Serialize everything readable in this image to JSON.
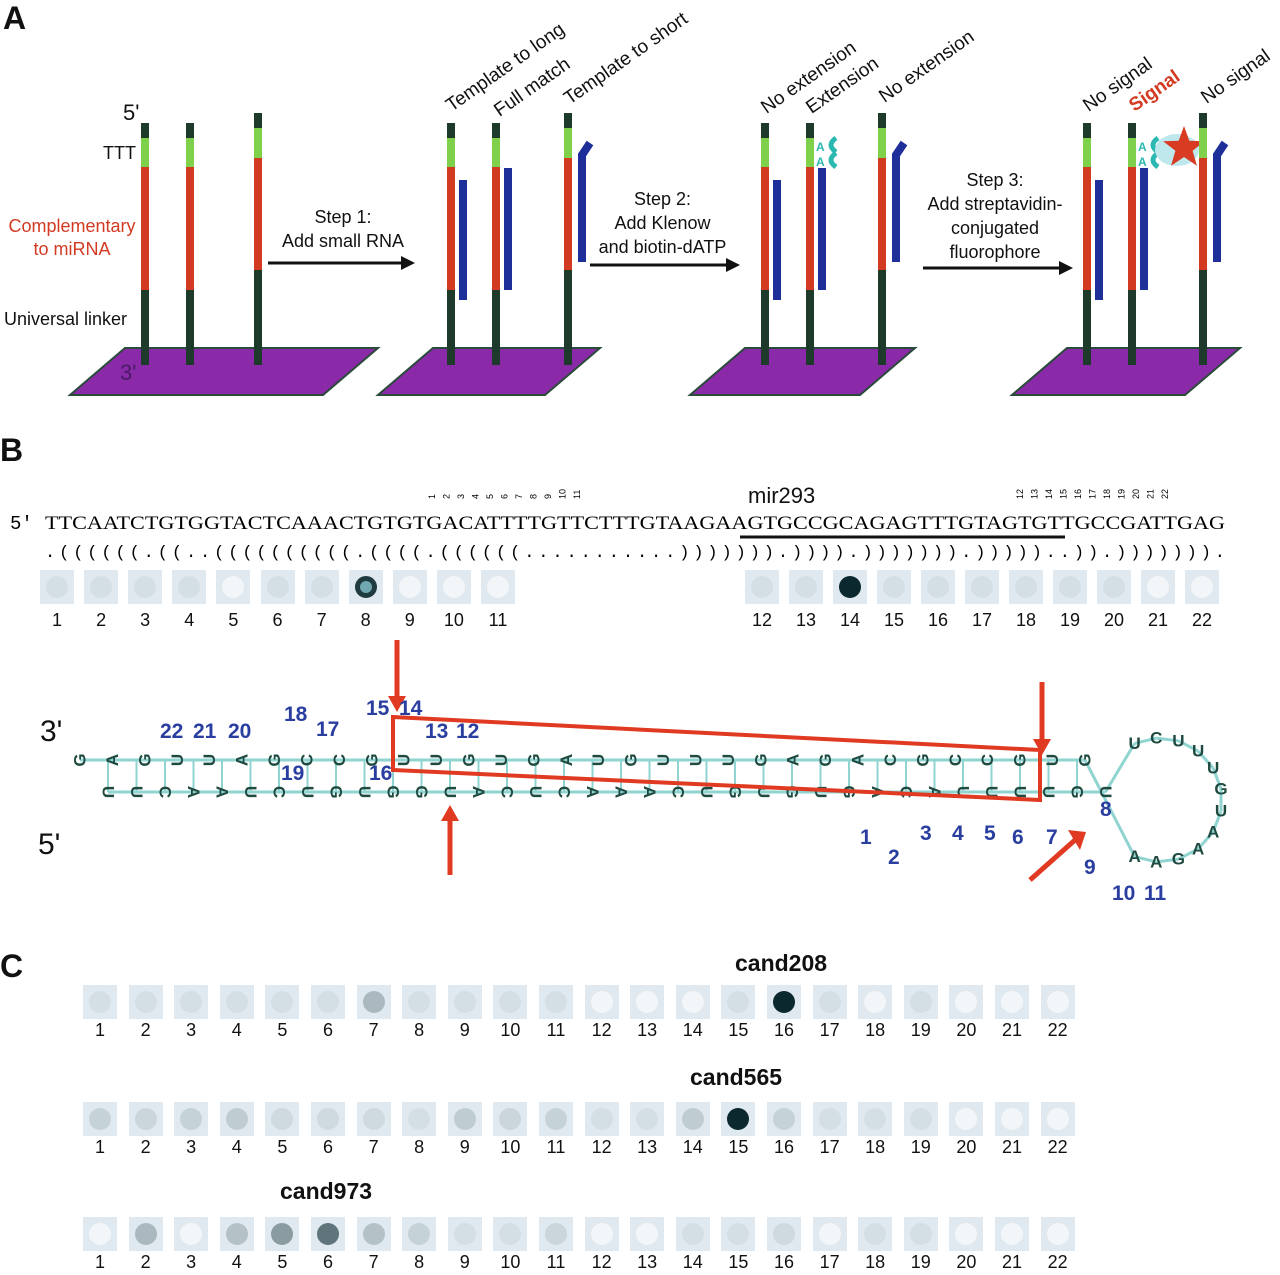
{
  "panel_a": {
    "label": "A",
    "five_prime": "5'",
    "three_prime": "3'",
    "ttt": "TTT",
    "complementary": "Complementary\nto miRNA",
    "complementary_l1": "Complementary",
    "complementary_l2": "to miRNA",
    "linker": "Universal linker",
    "step1": [
      "Step 1:",
      "Add small RNA"
    ],
    "step2": [
      "Step 2:",
      "Add Klenow",
      "and biotin-dATP"
    ],
    "step3": [
      "Step 3:",
      "Add streptavidin-",
      "conjugated",
      "fluorophore"
    ],
    "group2_labels": [
      "Template to long",
      "Full match",
      "Template to short"
    ],
    "group3_labels": [
      "No extension",
      "Extension",
      "No extension"
    ],
    "group4_labels": [
      "No signal",
      "Signal",
      "No signal"
    ],
    "extension_base": "A",
    "colors": {
      "linker": "#1e3a2a",
      "ttt": "#7fd04a",
      "probe": "#d23a22",
      "rna": "#1f2f9a",
      "surface": "#8a2aa8",
      "fluor": "#d83a22",
      "streptavidin": "#2ab8b0"
    }
  },
  "panel_b": {
    "label": "B",
    "mirna_name": "mir293",
    "sequence_prefix": "5'",
    "sequence": "TTCAATCTGTGGTACTCAAACTGTGTGACATTTTGTTCTTTGTAAGAAGTGCCGCAGAGTTTGTAGTGTTGCCGATTGAG",
    "structure": ".((((((.((..((((((((((.((((.((((((...........))))))).)))).))))))).)))))..)).))))))).",
    "tick_numbers_left": [
      "1",
      "2",
      "3",
      "4",
      "5",
      "6",
      "7",
      "8",
      "9",
      "10",
      "11"
    ],
    "tick_numbers_right": [
      "12",
      "13",
      "14",
      "15",
      "16",
      "17",
      "18",
      "19",
      "20",
      "21",
      "22"
    ],
    "spots": [
      {
        "n": "1",
        "intensity": 0.05
      },
      {
        "n": "2",
        "intensity": 0.05
      },
      {
        "n": "3",
        "intensity": 0.05
      },
      {
        "n": "4",
        "intensity": 0.05
      },
      {
        "n": "5",
        "intensity": 0.03
      },
      {
        "n": "6",
        "intensity": 0.05
      },
      {
        "n": "7",
        "intensity": 0.05
      },
      {
        "n": "8",
        "intensity": 0.9
      },
      {
        "n": "9",
        "intensity": 0.03
      },
      {
        "n": "10",
        "intensity": 0.02
      },
      {
        "n": "11",
        "intensity": 0.02
      },
      {
        "n": "12",
        "intensity": 0.05
      },
      {
        "n": "13",
        "intensity": 0.05
      },
      {
        "n": "14",
        "intensity": 1.0
      },
      {
        "n": "15",
        "intensity": 0.05
      },
      {
        "n": "16",
        "intensity": 0.05
      },
      {
        "n": "17",
        "intensity": 0.05
      },
      {
        "n": "18",
        "intensity": 0.05
      },
      {
        "n": "19",
        "intensity": 0.05
      },
      {
        "n": "20",
        "intensity": 0.05
      },
      {
        "n": "21",
        "intensity": 0.03
      },
      {
        "n": "22",
        "intensity": 0.03
      }
    ],
    "hairpin": {
      "three_prime": "3'",
      "five_prime": "5'",
      "rna": "UUCAAUCUGUGGUACUCAAACUGUGUGACAUUUUGUUCUUUGUAAGAAGUGCCGCAGAGUUUGUAGUGUUGCCGAUUGAG",
      "position_labels": [
        "1",
        "2",
        "3",
        "4",
        "5",
        "6",
        "7",
        "8",
        "9",
        "10",
        "11",
        "12",
        "13",
        "14",
        "15",
        "16",
        "17",
        "18",
        "19",
        "20",
        "21",
        "22"
      ]
    }
  },
  "panel_c": {
    "label": "C",
    "rows": [
      {
        "name": "cand208",
        "numbers": [
          "1",
          "2",
          "3",
          "4",
          "5",
          "6",
          "7",
          "8",
          "9",
          "10",
          "11",
          "12",
          "13",
          "14",
          "15",
          "16",
          "17",
          "18",
          "19",
          "20",
          "21",
          "22"
        ],
        "intensities": [
          0.05,
          0.05,
          0.05,
          0.05,
          0.05,
          0.05,
          0.25,
          0.05,
          0.05,
          0.05,
          0.05,
          0.03,
          0.03,
          0.03,
          0.05,
          1.0,
          0.05,
          0.03,
          0.05,
          0.02,
          0.02,
          0.02
        ]
      },
      {
        "name": "cand565",
        "numbers": [
          "1",
          "2",
          "3",
          "4",
          "5",
          "6",
          "7",
          "8",
          "9",
          "10",
          "11",
          "12",
          "13",
          "14",
          "15",
          "16",
          "17",
          "18",
          "19",
          "20",
          "21",
          "22"
        ],
        "intensities": [
          0.12,
          0.1,
          0.12,
          0.15,
          0.08,
          0.08,
          0.08,
          0.05,
          0.15,
          0.1,
          0.12,
          0.05,
          0.05,
          0.15,
          1.0,
          0.12,
          0.05,
          0.05,
          0.05,
          0.03,
          0.03,
          0.03
        ]
      },
      {
        "name": "cand973",
        "numbers": [
          "1",
          "2",
          "3",
          "4",
          "5",
          "6",
          "7",
          "8",
          "9",
          "10",
          "11",
          "12",
          "13",
          "14",
          "15",
          "16",
          "17",
          "18",
          "19",
          "20",
          "21",
          "22"
        ],
        "intensities": [
          0.0,
          0.25,
          0.03,
          0.2,
          0.4,
          0.6,
          0.2,
          0.12,
          0.05,
          0.05,
          0.1,
          0.02,
          0.02,
          0.05,
          0.05,
          0.08,
          0.02,
          0.05,
          0.05,
          0.02,
          0.03,
          0.03
        ]
      }
    ]
  }
}
